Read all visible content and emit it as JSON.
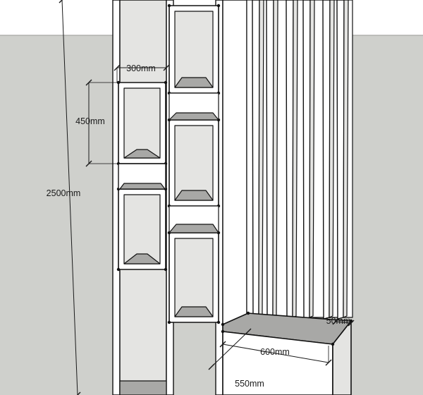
{
  "viewport": {
    "sky_color": "#ffffff",
    "ground_color": "#cfd0cc",
    "ground_edge_color": "#9a9a96"
  },
  "model": {
    "face_color": "#ffffff",
    "side_color": "#e4e4e2",
    "shelf_top_color": "#a8a8a6",
    "edge_color": "#111111"
  },
  "dimensions": [
    {
      "id": "niche_width",
      "label": "300mm"
    },
    {
      "id": "niche_height",
      "label": "450mm"
    },
    {
      "id": "total_height",
      "label": "2500mm"
    },
    {
      "id": "bench_width",
      "label": "600mm"
    },
    {
      "id": "slat_gap",
      "label": "50mm"
    },
    {
      "id": "bench_depth",
      "label": "550mm"
    }
  ]
}
